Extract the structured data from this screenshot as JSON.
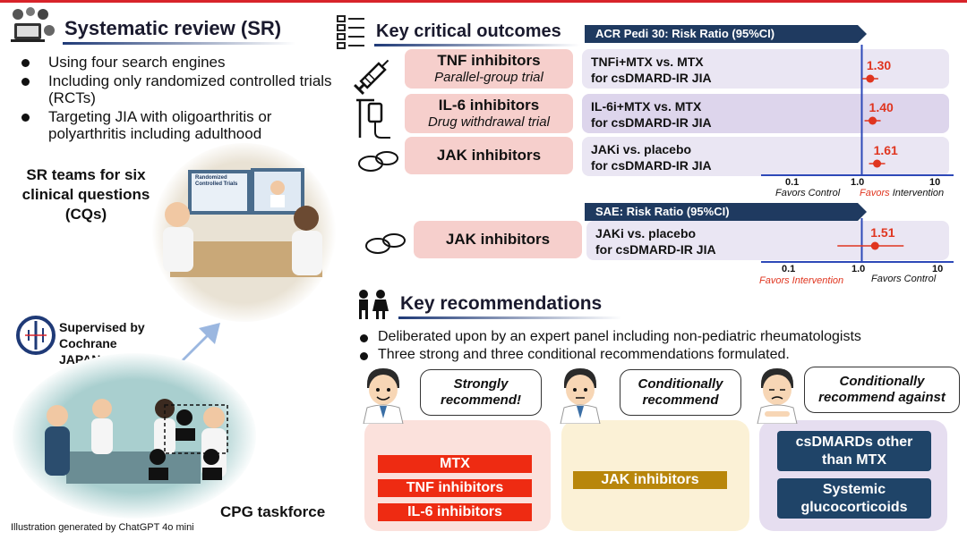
{
  "colors": {
    "accent_red": "#e0351f",
    "navy": "#1f3a60",
    "pink": "#f6cfcc",
    "lavender": "#eae6f3",
    "gold": "#b8860b"
  },
  "left": {
    "title": "Systematic review (SR)",
    "bullets": [
      "Using four search engines",
      "Including only randomized controlled trials (RCTs)",
      "Targeting JIA with oligoarthritis or polyarthritis including adulthood"
    ],
    "sr_teams": "SR teams for six clinical questions (CQs)",
    "screen_text": "Randomized Controlled Trials",
    "supervised": "Supervised by Cochrane JAPAN",
    "cpg": "CPG taskforce",
    "credit": "Illustration generated by ChatGPT 4o mini"
  },
  "outcomes": {
    "title": "Key critical outcomes",
    "acr_banner": "ACR Pedi 30: Risk Ratio (95%CI)",
    "sae_banner": "SAE: Risk Ratio (95%CI)",
    "rows": [
      {
        "drug": "TNF inhibitors",
        "design": "Parallel-group trial",
        "cmp1": "TNFi+MTX vs. MTX",
        "cmp2": "for csDMARD-IR JIA",
        "value": "1.30",
        "rr": 1.3,
        "icon": "syringe-icon"
      },
      {
        "drug": "IL-6 inhibitors",
        "design": "Drug withdrawal trial",
        "cmp1": "IL-6i+MTX vs. MTX",
        "cmp2": "for csDMARD-IR JIA",
        "value": "1.40",
        "rr": 1.4,
        "icon": "iv-drip-icon"
      },
      {
        "drug": "JAK inhibitors",
        "design": "",
        "cmp1": "JAKi vs. placebo",
        "cmp2": "for csDMARD-IR JIA",
        "value": "1.61",
        "rr": 1.61,
        "icon": "pills-icon"
      }
    ],
    "sae_row": {
      "drug": "JAK inhibitors",
      "cmp1": "JAKi vs. placebo",
      "cmp2": "for csDMARD-IR JIA",
      "value": "1.51",
      "rr": 1.51,
      "icon": "pills-icon"
    },
    "axis_ticks": [
      "0.1",
      "1.0",
      "10"
    ],
    "acr_favors_left": "Favors Control",
    "acr_favors_right": "Favors Intervention",
    "sae_favors_left": "Favors Intervention",
    "sae_favors_right": "Favors Control"
  },
  "recs": {
    "title": "Key recommendations",
    "bullets": [
      "Deliberated upon by an expert panel including non-pediatric rheumatologists",
      "Three strong and three conditional recommendations formulated."
    ],
    "strong_bubble": "Strongly recommend!",
    "strong_items": [
      "MTX",
      "TNF inhibitors",
      "IL-6 inhibitors"
    ],
    "cond_bubble": "Conditionally recommend",
    "cond_items": [
      "JAK inhibitors"
    ],
    "against_bubble": "Conditionally recommend against",
    "against_items": [
      "csDMARDs other than MTX",
      "Systemic glucocorticoids"
    ]
  }
}
